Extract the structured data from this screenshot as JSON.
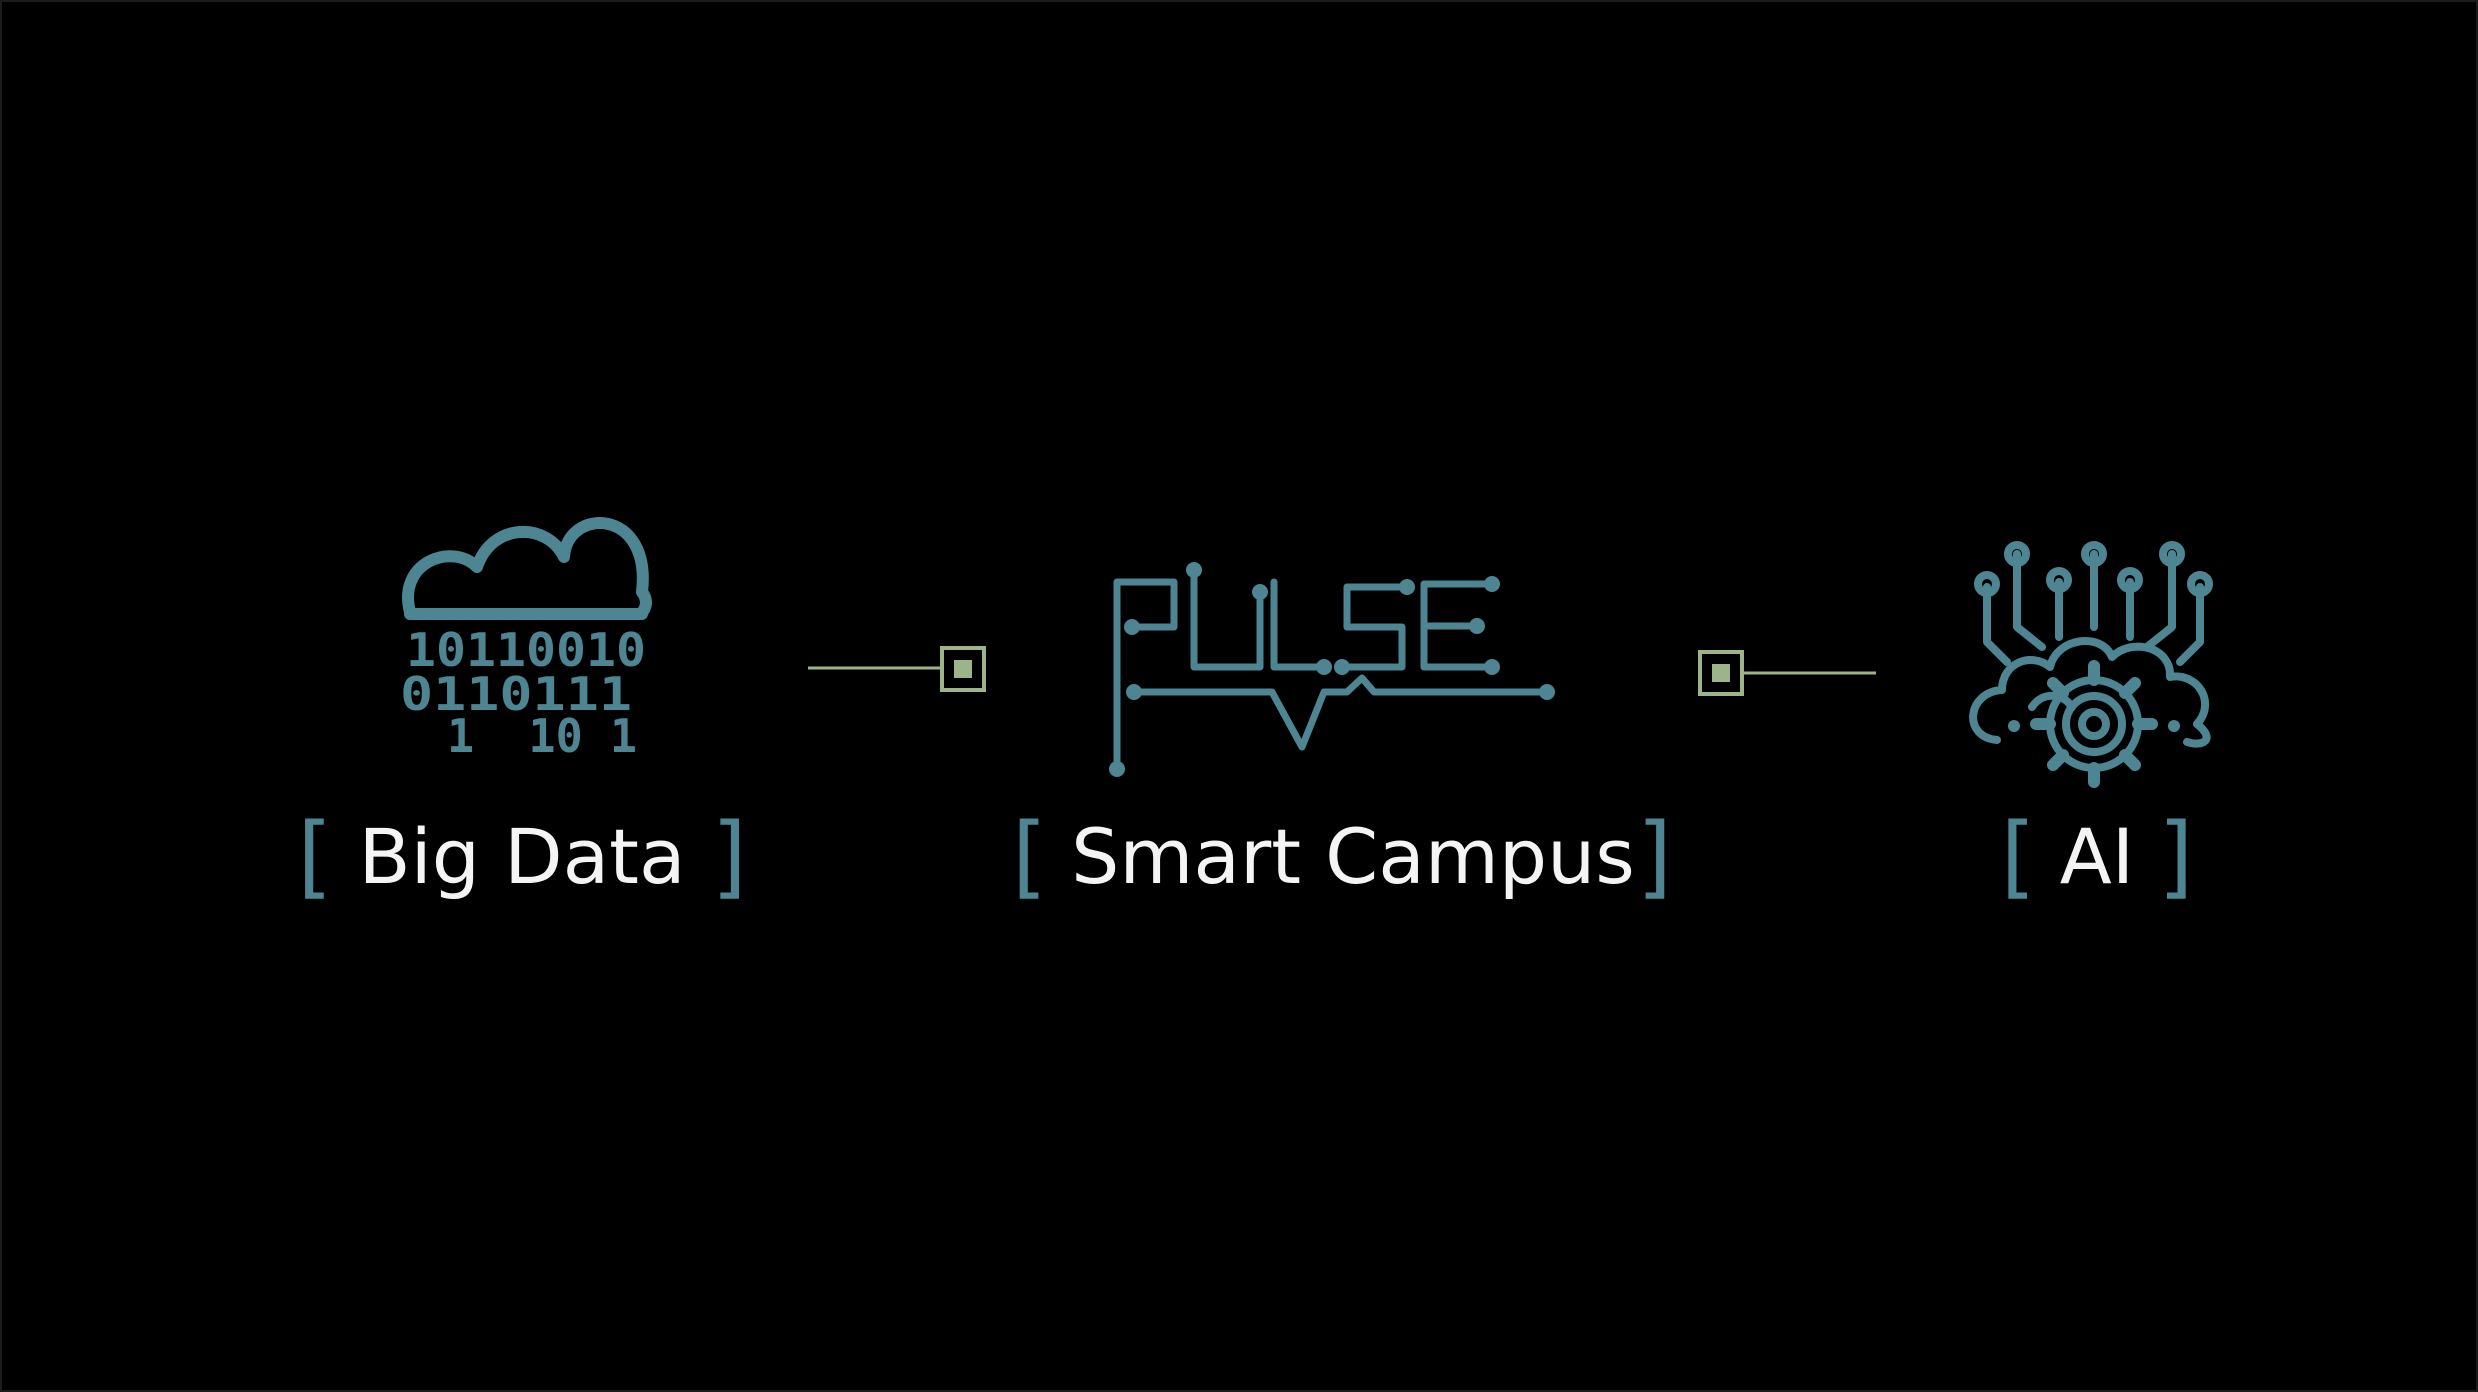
{
  "slide": {
    "background": "#000000"
  },
  "colors": {
    "icon_teal": "#4d8593",
    "connector_green": "#9db38a",
    "label_white": "#f4f4f4"
  },
  "big_data": {
    "icon": "cloud-binary-data-icon",
    "binary_rows": [
      "10110010",
      "0110111",
      "1  10 1"
    ],
    "bracket_open": "[",
    "label": "Big Data",
    "bracket_close": "]"
  },
  "smart_campus": {
    "logo": "pulse-circuit-logo",
    "logo_text": "PULSE",
    "bracket_open": "[",
    "label": "Smart Campus",
    "bracket_close": "]"
  },
  "ai": {
    "icon": "ai-cloud-gear-icon",
    "bracket_open": "[",
    "label": "AI",
    "bracket_close": "]"
  },
  "connectors": {
    "left": "connector-square-icon",
    "right": "connector-square-icon"
  }
}
